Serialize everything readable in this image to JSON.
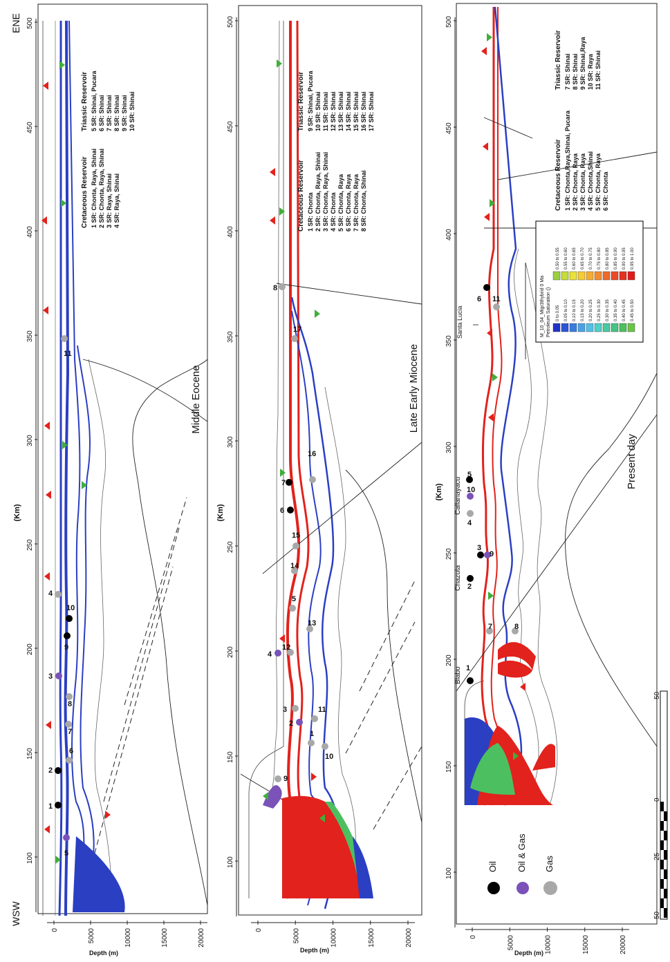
{
  "orientation": {
    "wsw": "WSW",
    "ene": "ENE"
  },
  "km_axis_label": "(Km)",
  "km_ticks": [
    "100",
    "150",
    "200",
    "250",
    "300",
    "350",
    "400",
    "450",
    "500"
  ],
  "depth_axis_label": "Depth (m)",
  "depth_ticks": [
    "0",
    "5000",
    "10000",
    "15000",
    "20000"
  ],
  "panels": [
    {
      "title": "Middle Eocene",
      "legend": {
        "cretaceous_title": "Cretaceous Reservoir",
        "cretaceous": [
          "1 SR: Chonta, Raya, Shinai",
          "2 SR: Chonta, Raya, Shinai",
          "3 SR: Raya, Shinai",
          "4 SR: Raya, Shinai"
        ],
        "triassic_title": "Triassic Reservoir",
        "triassic": [
          "5 SR: Shinai, Pucara",
          "6 SR: Shinai",
          "7 SR: Shinai",
          "8 SR: Shinai",
          "9 SR: Shinai",
          "10 SR: Shinai"
        ]
      },
      "accumulation_labels": [
        "1",
        "2",
        "3",
        "4",
        "5",
        "6",
        "7",
        "8",
        "9",
        "10",
        "11"
      ]
    },
    {
      "title": "Late Early Miocene",
      "legend": {
        "cretaceous_title": "Cretaceous Reservoir",
        "cretaceous": [
          "1 SR: Chonta",
          "2 SR: Chonta, Raya, Shinai",
          "3 SR: Chonta, Raya, Shinai",
          "4 SR: Chonta",
          "5 SR: Chonta, Raya",
          "6 SR: Chonta, Raya",
          "7 SR: Chonta, Raya",
          "8 SR: Chonta, Shinai"
        ],
        "triassic_title": "Triassic Reservoir",
        "triassic": [
          "9 SR: Shinai, Pucara",
          "10 SR: Shinai",
          "11 SR: Shinai",
          "12 SR: Shinai",
          "13 SR: Shinai",
          "14 SR: Shinai",
          "15 SR: Shinai",
          "16 SR: Shinai",
          "17 SR: Shinai"
        ]
      },
      "accumulation_labels": [
        "1",
        "2",
        "3",
        "4",
        "5",
        "6",
        "7",
        "8",
        "9",
        "10",
        "11",
        "12",
        "13",
        "14",
        "15",
        "16",
        "17"
      ]
    },
    {
      "title": "Present day",
      "legend": {
        "cretaceous_title": "Cretaceous Reservoir",
        "cretaceous": [
          "1 SR: Chonta,Raya,Shinai, Pucara",
          "2 SR: Chonta, Raya",
          "3 SR: Chonta, Raya",
          "4 SR: Chonta,Shinai",
          "5 SR: Chonta, Raya",
          "6 SR: Chonta"
        ],
        "triassic_title": "Triassic Reservoir",
        "triassic": [
          "7 SR: Shinai",
          "8 SR: Shinai",
          "9 SR: Shinai,Raya",
          "10 SR: Raya",
          "11 SR: Shinai"
        ]
      },
      "well_names": [
        "Blabo",
        "Chazuta",
        "Callanayacu",
        "Santa Lucia"
      ],
      "accumulation_labels": [
        "1",
        "2",
        "3",
        "4",
        "5",
        "6",
        "7",
        "8",
        "9",
        "10",
        "11"
      ]
    }
  ],
  "saturation_legend": {
    "title": "M_10_04_Migr3thybrid 0 Ma",
    "subtitle": "Petroleum Saturation ()",
    "ranges": [
      {
        "label": "0 to 0.05",
        "color": "#1f33c8"
      },
      {
        "label": "0.05 to 0.10",
        "color": "#2b55d6"
      },
      {
        "label": "0.10 to 0.15",
        "color": "#3b7be0"
      },
      {
        "label": "0.15 to 0.20",
        "color": "#4aa2e6"
      },
      {
        "label": "0.20 to 0.25",
        "color": "#52c0e6"
      },
      {
        "label": "0.25 to 0.30",
        "color": "#4fd0c8"
      },
      {
        "label": "0.30 to 0.35",
        "color": "#49caa0"
      },
      {
        "label": "0.35 to 0.40",
        "color": "#46c482"
      },
      {
        "label": "0.40 to 0.45",
        "color": "#4cc060"
      },
      {
        "label": "0.45 to 0.50",
        "color": "#6cc44a"
      },
      {
        "label": "0.50 to 0.55",
        "color": "#9ad040"
      },
      {
        "label": "0.55 to 0.60",
        "color": "#c6dc3a"
      },
      {
        "label": "0.60 to 0.65",
        "color": "#e8e23a"
      },
      {
        "label": "0.65 to 0.70",
        "color": "#f5cc36"
      },
      {
        "label": "0.70 to 0.75",
        "color": "#f6ac32"
      },
      {
        "label": "0.75 to 0.80",
        "color": "#f48c2e"
      },
      {
        "label": "0.80 to 0.85",
        "color": "#f06a2a"
      },
      {
        "label": "0.85 to 0.90",
        "color": "#ec4a26"
      },
      {
        "label": "0.90 to 0.95",
        "color": "#e63020"
      },
      {
        "label": "0.95 to 1.00",
        "color": "#e01c1a"
      }
    ]
  },
  "well_legend": {
    "oil": "Oil",
    "oil_gas": "Oil & Gas",
    "gas": "Gas"
  },
  "scale_bar": {
    "ticks": [
      "50",
      "25",
      "0",
      "50"
    ]
  },
  "colors": {
    "oil": "#000000",
    "oil_gas": "#7a52b8",
    "gas": "#a8a8a8",
    "saturation_low": "#2b3fc2",
    "saturation_high": "#e2221c",
    "migration_arrow_red": "#e2221c",
    "migration_arrow_green": "#3fae3a"
  }
}
